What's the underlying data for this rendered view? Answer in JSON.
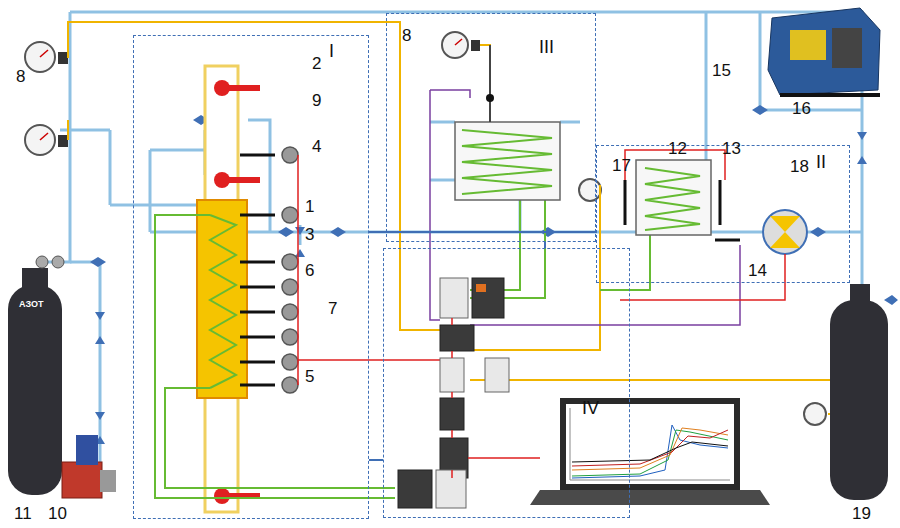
{
  "diagram": {
    "nodes": [
      {
        "text": [
          "I"
        ]
      },
      {
        "text": [
          "III"
        ]
      },
      {
        "text": [
          "II"
        ]
      },
      {
        "text": [
          "IV"
        ]
      }
    ],
    "edges": [
      {
        "from": 0,
        "to": 2,
        "arrow": "none"
      },
      {
        "from": 1,
        "to": 3,
        "arrow": "none"
      },
      {
        "from": 3,
        "to": 0,
        "arrow": "none"
      }
    ],
    "labels": [
      "8",
      "2",
      "9",
      "4",
      "1",
      "3",
      "6",
      "5",
      "7",
      "8",
      "15",
      "16",
      "17",
      "12",
      "13",
      "18",
      "14",
      "11",
      "10",
      "19",
      "АЗОТ"
    ]
  }
}
